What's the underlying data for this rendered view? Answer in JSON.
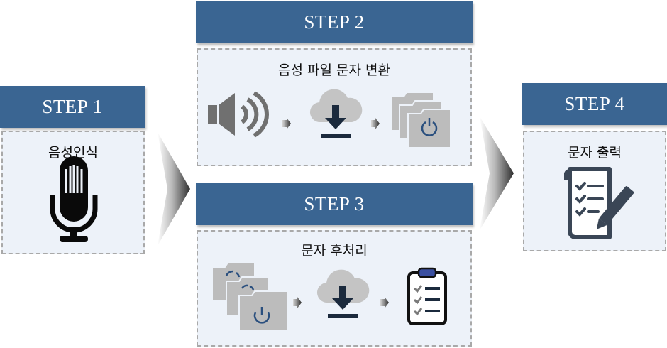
{
  "steps": [
    {
      "id": 1,
      "label": "STEP 1",
      "title": "음성인식"
    },
    {
      "id": 2,
      "label": "STEP 2",
      "title": "음성 파일 문자 변환"
    },
    {
      "id": 3,
      "label": "STEP 3",
      "title": "문자 후처리"
    },
    {
      "id": 4,
      "label": "STEP 4",
      "title": "문자 출력"
    }
  ],
  "colors": {
    "header": "#3a6592",
    "box": "#edf2f9",
    "border": "#a9a9a9",
    "icon_gray": "#707070",
    "icon_dark": "#1b2a3d",
    "accent": "#2a4f7e"
  },
  "icons": {
    "step1": [
      "microphone-icon"
    ],
    "step2": [
      "speaker-icon",
      "small-arrow-icon",
      "cloud-download-icon",
      "small-arrow-icon",
      "power-documents-icon"
    ],
    "step3": [
      "loading-documents-icon",
      "small-arrow-icon",
      "cloud-download-icon",
      "small-arrow-icon",
      "clipboard-checklist-icon"
    ],
    "step4": [
      "document-checklist-pen-icon"
    ]
  }
}
